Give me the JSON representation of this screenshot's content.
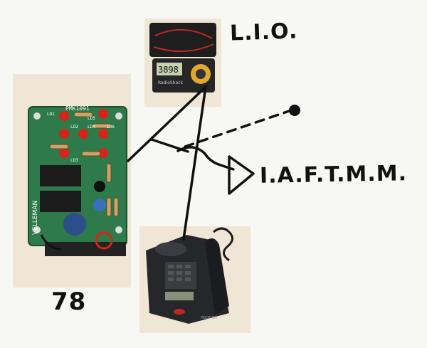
{
  "labels": {
    "lid": "L.I.O.",
    "target": "I.A.F.T.M.M.",
    "number": "78"
  },
  "multimeter": {
    "display": "3898",
    "brand": "RadioShack"
  },
  "circuit_board": {
    "model": "PMK1091",
    "maker": "VELLEMAN",
    "led_labels": [
      "LD1",
      "LD2",
      "LD3",
      "LD4",
      "LD5",
      "LD6"
    ],
    "led_color": "#d6241a",
    "board_color": "#2e7a4a"
  },
  "phone": {
    "brand": "POLYCOM",
    "body_color": "#26272b"
  },
  "colors": {
    "ink": "#111111",
    "paper": "#f7f7f4",
    "cutout": "#efe6d6"
  }
}
